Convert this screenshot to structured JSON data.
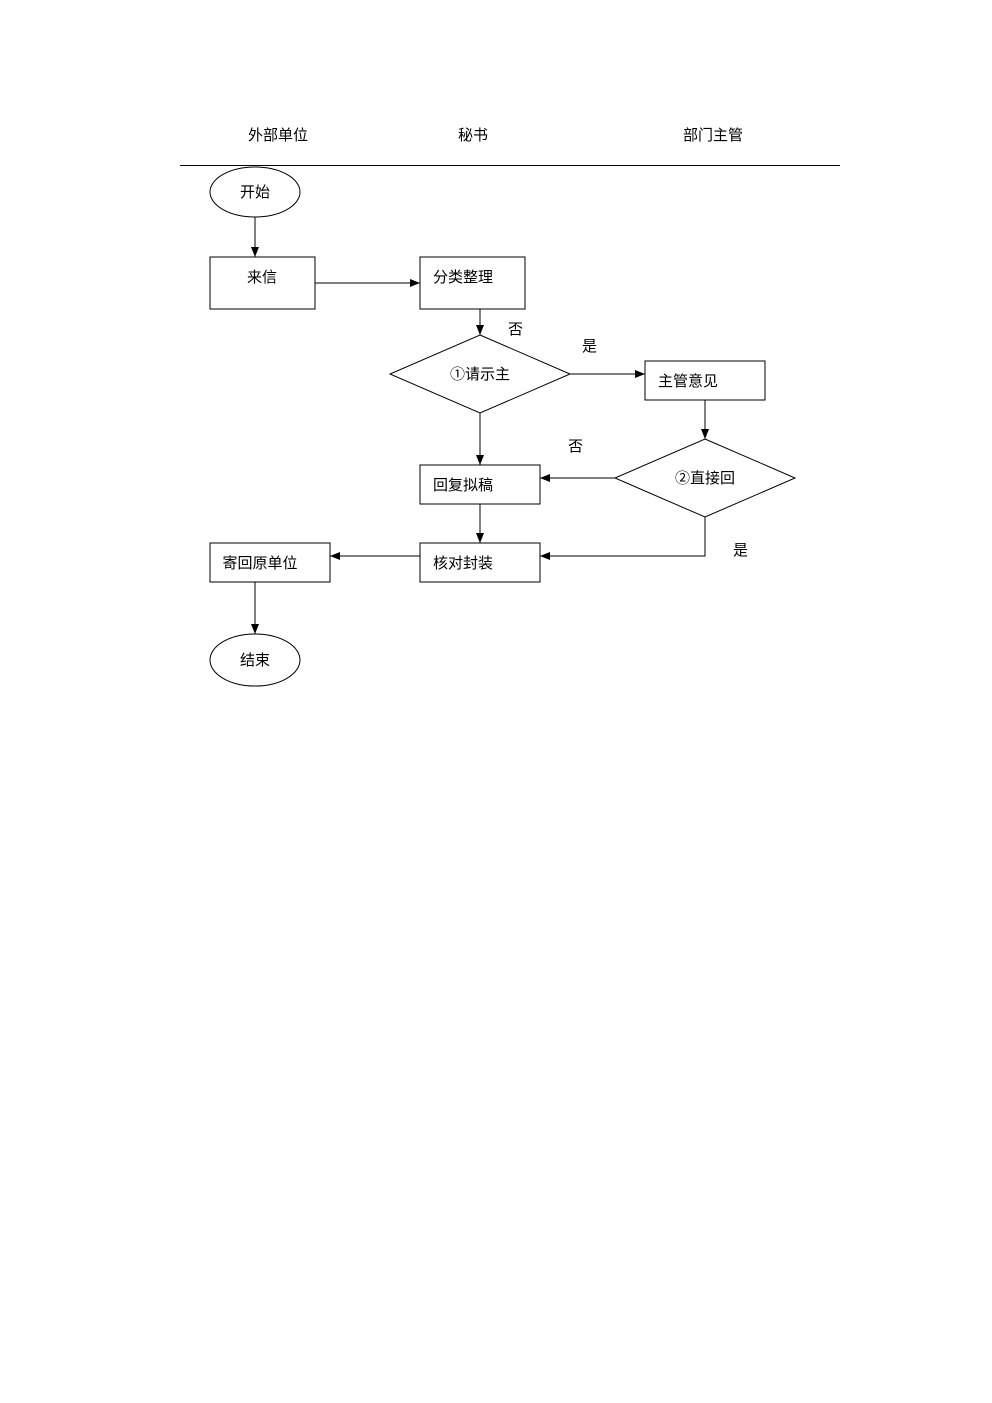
{
  "lanes": {
    "external": "外部单位",
    "secretary": "秘书",
    "manager": "部门主管"
  },
  "nodes": {
    "start": "开始",
    "incoming_letter": "来信",
    "classify": "分类整理",
    "ask_manager": "①请示主",
    "manager_opinion": "主管意见",
    "direct_reply": "②直接回",
    "draft_reply": "回复拟稿",
    "check_seal": "核对封装",
    "send_back": "寄回原单位",
    "end": "结束"
  },
  "edge_labels": {
    "ask_no": "否",
    "ask_yes": "是",
    "direct_no": "否",
    "direct_yes": "是"
  }
}
